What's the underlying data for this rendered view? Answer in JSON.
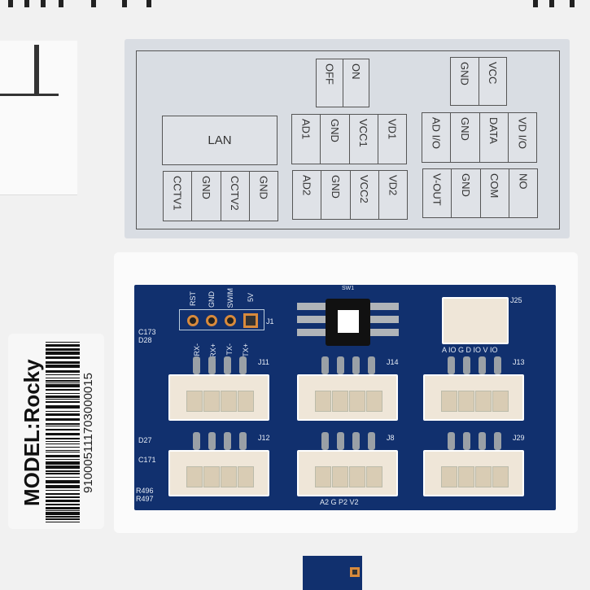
{
  "label_panel": {
    "switch": [
      "OFF",
      "ON"
    ],
    "power": [
      "GND",
      "VCC"
    ],
    "lan": "LAN",
    "row_ad1": [
      "AD1",
      "GND",
      "VCC1",
      "VD1"
    ],
    "row_adio": [
      "AD I/O",
      "GND",
      "DATA",
      "VD I/O"
    ],
    "row_cctv": [
      "CCTV1",
      "GND",
      "CCTV2",
      "GND"
    ],
    "row_ad2": [
      "AD2",
      "GND",
      "VCC2",
      "VD2"
    ],
    "row_vout": [
      "V-OUT",
      "GND",
      "COM",
      "NO"
    ]
  },
  "pcb": {
    "header_pins": [
      "RST",
      "GND",
      "SWIM",
      "5V"
    ],
    "header_ref": "J1",
    "switch_ref": "SW1",
    "uart_pins": [
      "RX-",
      "RX+",
      "TX-",
      "TX+"
    ],
    "j13_pins": "A IO G D IO V IO",
    "j8_pins": "A2  G  P2  V2",
    "refs": {
      "j11": "J11",
      "j14": "J14",
      "j13": "J13",
      "j12": "J12",
      "j8": "J8",
      "j29": "J29",
      "j25": "J25"
    },
    "side": [
      "C173",
      "D28",
      "D27",
      "C171",
      "R496",
      "R497"
    ]
  },
  "sticker": {
    "model": "MODEL:Rocky",
    "serial": "910005111703000015"
  }
}
